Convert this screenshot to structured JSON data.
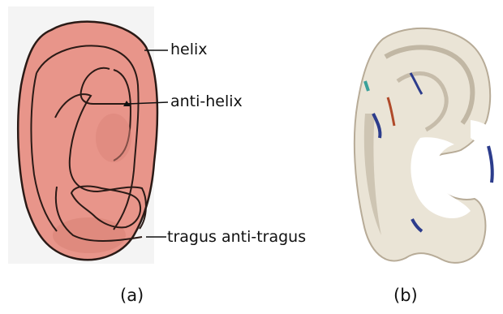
{
  "figure": {
    "panel_a": {
      "caption": "(a)",
      "labels": {
        "helix": "helix",
        "anti_helix": "anti-helix",
        "tragus": "tragus anti-tragus"
      }
    },
    "panel_b": {
      "caption": "(b)"
    }
  },
  "colors": {
    "ear_skin": "#e8958a",
    "ear_outline": "#2a1a16",
    "background_box": "#f4f4f4",
    "cartilage": "#eae4d6",
    "cartilage_shadow": "#b7ab97",
    "ink_blue": "#2c3c8c",
    "ink_red": "#b04a2a"
  }
}
